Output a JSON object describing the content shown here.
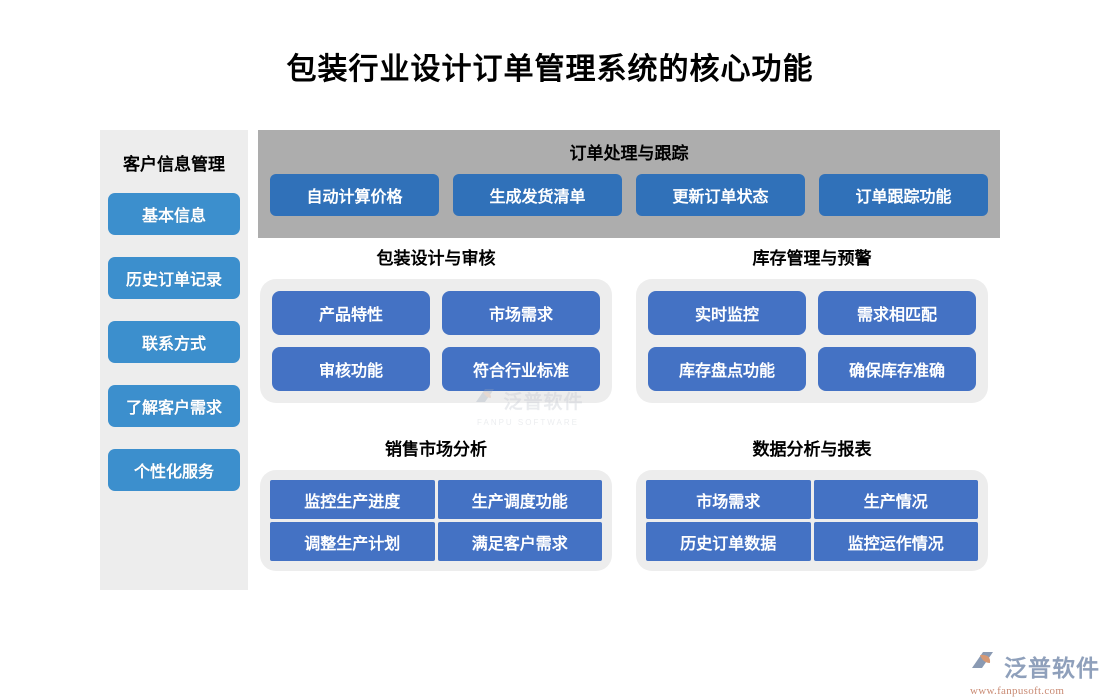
{
  "page": {
    "title": "包装行业设计订单管理系统的核心功能"
  },
  "sidebar": {
    "title": "客户信息管理",
    "items": [
      {
        "label": "基本信息"
      },
      {
        "label": "历史订单记录"
      },
      {
        "label": "联系方式"
      },
      {
        "label": "了解客户需求"
      },
      {
        "label": "个性化服务"
      }
    ]
  },
  "order_panel": {
    "title": "订单处理与跟踪",
    "buttons": [
      {
        "label": "自动计算价格"
      },
      {
        "label": "生成发货清单"
      },
      {
        "label": "更新订单状态"
      },
      {
        "label": "订单跟踪功能"
      }
    ]
  },
  "sections": [
    {
      "id": "packaging-design",
      "title": "包装设计与审核",
      "buttons": [
        {
          "label": "产品特性"
        },
        {
          "label": "市场需求"
        },
        {
          "label": "审核功能"
        },
        {
          "label": "符合行业标准"
        }
      ]
    },
    {
      "id": "inventory-management",
      "title": "库存管理与预警",
      "buttons": [
        {
          "label": "实时监控"
        },
        {
          "label": "需求相匹配"
        },
        {
          "label": "库存盘点功能"
        },
        {
          "label": "确保库存准确"
        }
      ]
    },
    {
      "id": "sales-market-analysis",
      "title": "销售市场分析",
      "buttons": [
        {
          "label": "监控生产进度"
        },
        {
          "label": "生产调度功能"
        },
        {
          "label": "调整生产计划"
        },
        {
          "label": "满足客户需求"
        }
      ]
    },
    {
      "id": "data-analysis-report",
      "title": "数据分析与报表",
      "buttons": [
        {
          "label": "市场需求"
        },
        {
          "label": "生产情况"
        },
        {
          "label": "历史订单数据"
        },
        {
          "label": "监控运作情况"
        }
      ]
    }
  ],
  "watermark": {
    "name": "泛普软件",
    "sub": "FANPU SOFTWARE"
  },
  "brand": {
    "name": "泛普软件",
    "url": "www.fanpusoft.com"
  },
  "colors": {
    "sidebar_panel": "#ededed",
    "sidebar_button": "#3c8fcd",
    "order_panel": "#adadad",
    "order_button": "#3071b9",
    "section_card": "#ededed",
    "section_button": "#4472c4",
    "title_text": "#000000",
    "brand_name": "#8fa0bb",
    "brand_url": "#c98a73"
  }
}
